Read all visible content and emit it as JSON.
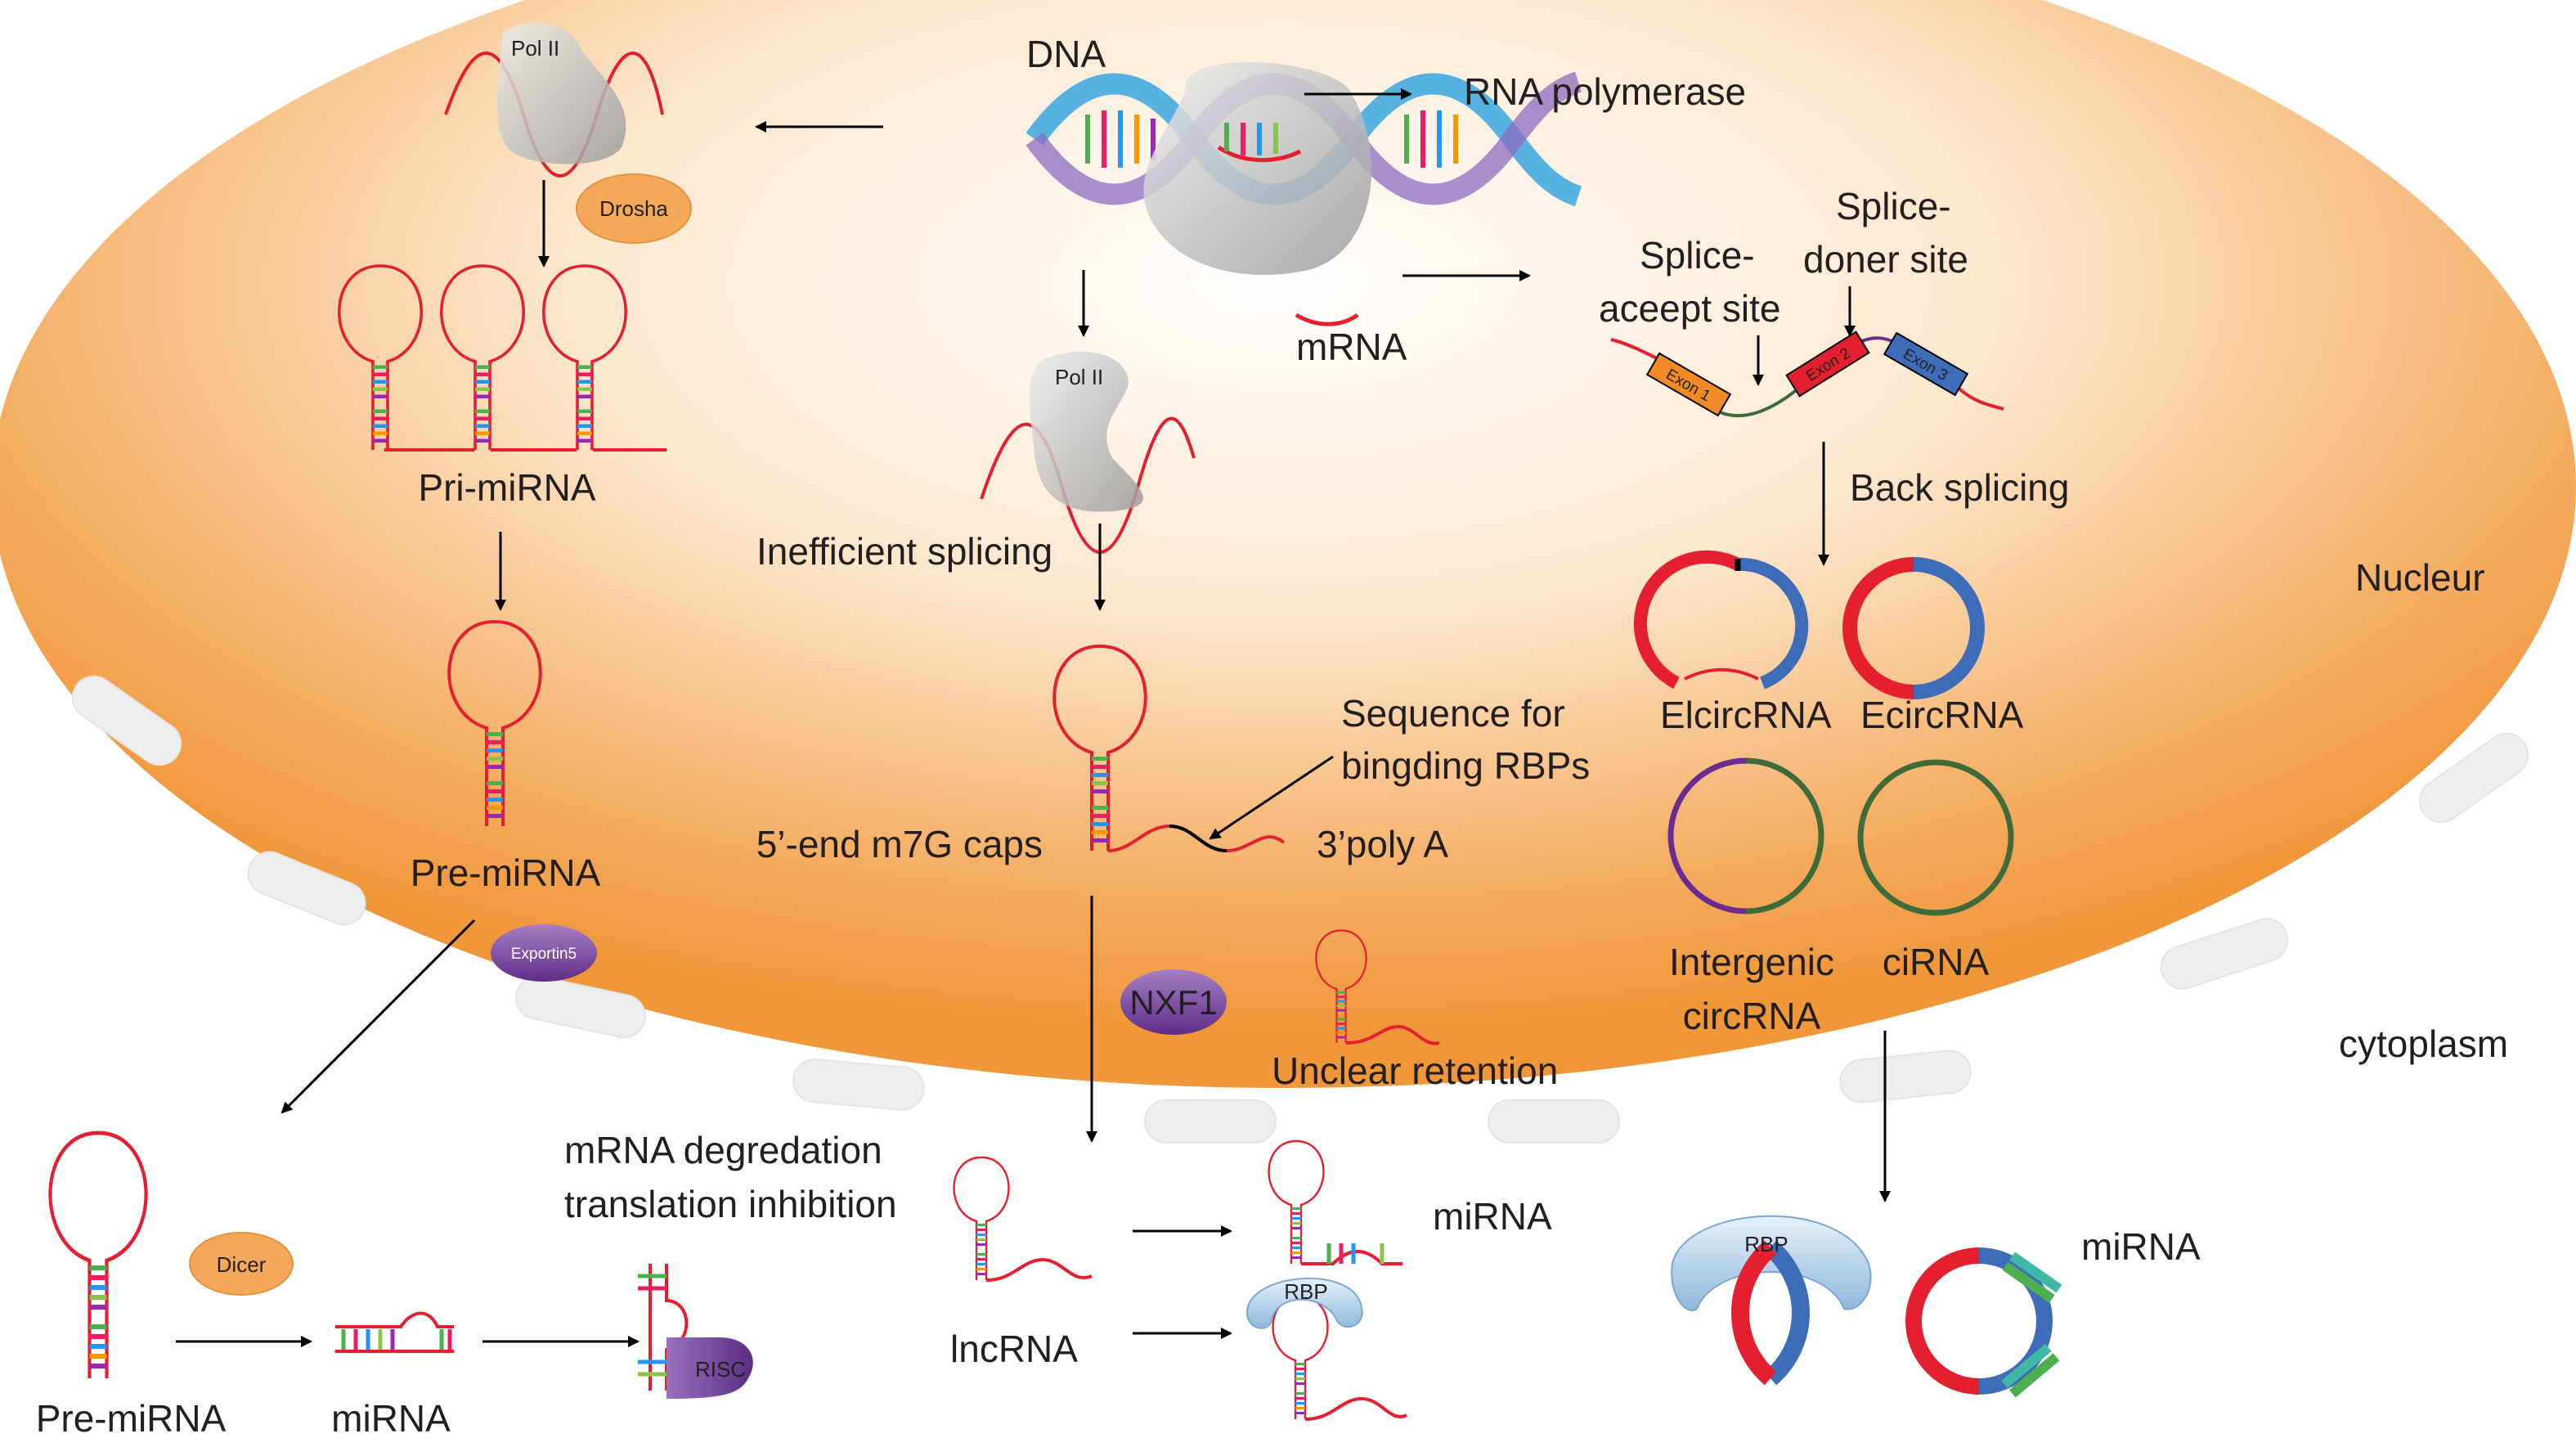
{
  "nucleus": {
    "dna": "DNA",
    "rna_polymerase": "RNA polymerase",
    "pol2_top": "Pol II",
    "pol2_mid": "Pol II",
    "drosha": "Drosha",
    "mrna": "mRNA",
    "splice_accept_1": "Splice-",
    "splice_accept_2": "aceept site",
    "splice_donor_1": "Splice-",
    "splice_donor_2": "doner site",
    "exon1": "Exon 1",
    "exon2": "Exon 2",
    "exon3": "Exon 3",
    "back_splicing": "Back splicing",
    "pri_mirna": "Pri-miRNA",
    "pre_mirna": "Pre-miRNA",
    "exportin": "Exportin5",
    "inefficient_splicing": "Inefficient splicing",
    "seq_rbp_1": "Sequence for",
    "seq_rbp_2": "bingding RBPs",
    "cap": "5’-end m7G caps",
    "polya": "3’poly A",
    "nxf1": "NXF1",
    "unclear_retention": "Unclear retention",
    "elcirc": "ElcircRNA",
    "ecirc": "EcircRNA",
    "intergenic_1": "Intergenic",
    "intergenic_2": "circRNA",
    "cirna": "ciRNA",
    "nucleus_label": "Nucleur"
  },
  "cytoplasm": {
    "label": "cytoplasm",
    "pre_mirna": "Pre-miRNA",
    "dicer": "Dicer",
    "mirna": "miRNA",
    "risc": "RISC",
    "degradation_1": "mRNA degredation",
    "degradation_2": "translation inhibition",
    "lncrna": "lncRNA",
    "mirna_right": "miRNA",
    "rbp_1": "RBP",
    "rbp_2": "RBP",
    "mirna_circ": "miRNA"
  },
  "colors": {
    "nucleus_orange": "#f0a046",
    "rna_red": "#e42030",
    "circ_blue": "#3d6cb8",
    "circ_purple": "#6a2c8e",
    "circ_green": "#3f6b3a",
    "drosha_orange": "#f4a85a",
    "exportin_purple": "#7a4a9a"
  }
}
